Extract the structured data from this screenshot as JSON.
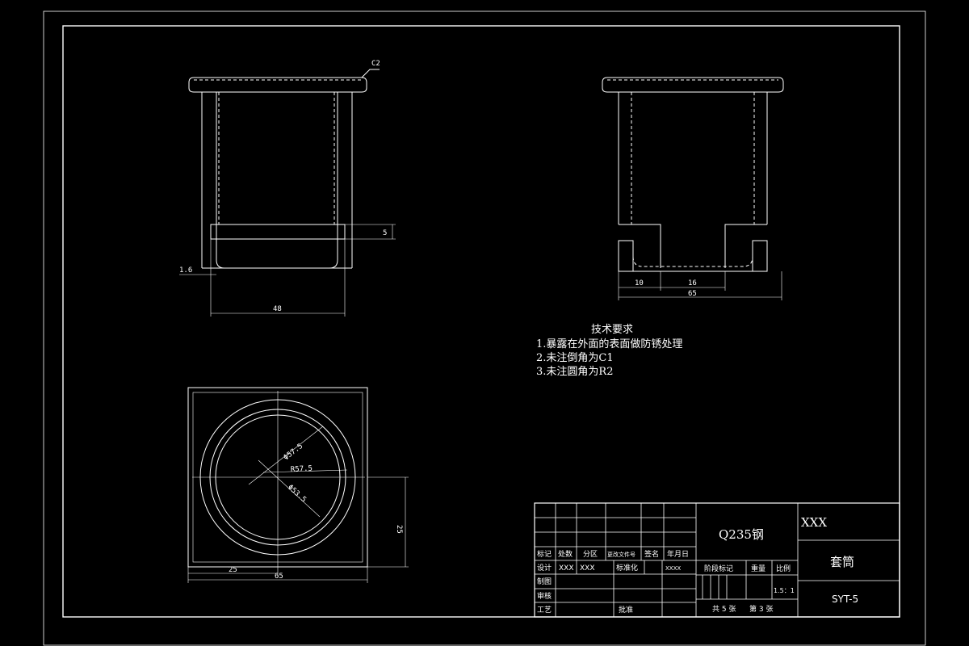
{
  "colors": {
    "background": "#000000",
    "line": "#ffffff"
  },
  "front_view": {
    "chamfer_label": "C2",
    "dim_depth": "5",
    "dim_wall": "1.6",
    "dim_width": "48"
  },
  "side_view": {
    "dim_left": "10",
    "dim_slot": "16",
    "dim_width": "65"
  },
  "top_view": {
    "dia_outer": "Φ57.5",
    "dia_mid": "R57.5",
    "dia_inner": "Φ53.5",
    "dim_height": "25",
    "dim_half": "25",
    "dim_width": "65"
  },
  "technical_requirements": {
    "title": "技术要求",
    "items": [
      "1.暴露在外面的表面做防锈处理",
      "2.未注倒角为C1",
      "3.未注圆角为R2"
    ]
  },
  "title_block": {
    "material": "Q235钢",
    "company": "XXX",
    "part_name": "套筒",
    "drawing_no": "SYT-5",
    "header_row": [
      "标记",
      "处数",
      "分区",
      "更改文件号",
      "签名",
      "年月日"
    ],
    "design_label": "设计",
    "design_name": "XXX",
    "design_sign": "XXX",
    "standardize_label": "标准化",
    "date_value": "XXXX",
    "draw_label": "制图",
    "check_label": "审核",
    "process_label": "工艺",
    "approve_label": "批准",
    "stage_label": "阶段标记",
    "weight_label": "重量",
    "scale_label": "比例",
    "scale_value": "1.5：1",
    "sheets_total": "共 5 张",
    "sheet_no": "第 3 张"
  }
}
